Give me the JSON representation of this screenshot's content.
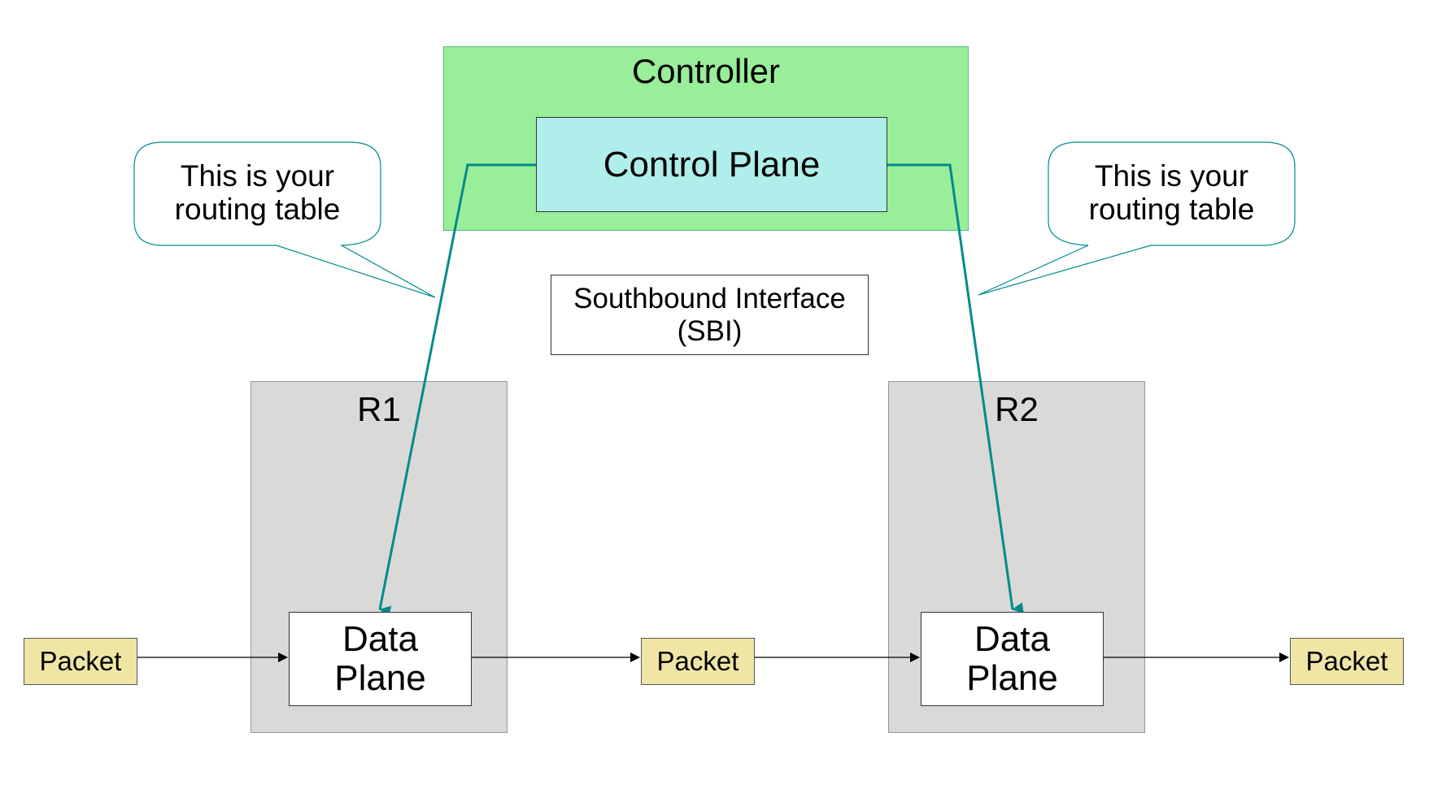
{
  "controller": {
    "title": "Controller"
  },
  "control_plane": {
    "label": "Control Plane"
  },
  "sbi": {
    "label": "Southbound Interface\n(SBI)"
  },
  "callouts": [
    {
      "text": "This is your\nrouting table"
    },
    {
      "text": "This is your\nrouting table"
    }
  ],
  "routers": [
    {
      "name": "R1",
      "data_plane": "Data\nPlane"
    },
    {
      "name": "R2",
      "data_plane": "Data\nPlane"
    }
  ],
  "packets": [
    "Packet",
    "Packet",
    "Packet"
  ],
  "colors": {
    "controller_fill": "#99ee99",
    "control_plane_fill": "#afeeea",
    "router_fill": "#d9d9d9",
    "packet_fill": "#efe6a6",
    "sbi_line": "#008b8b"
  }
}
